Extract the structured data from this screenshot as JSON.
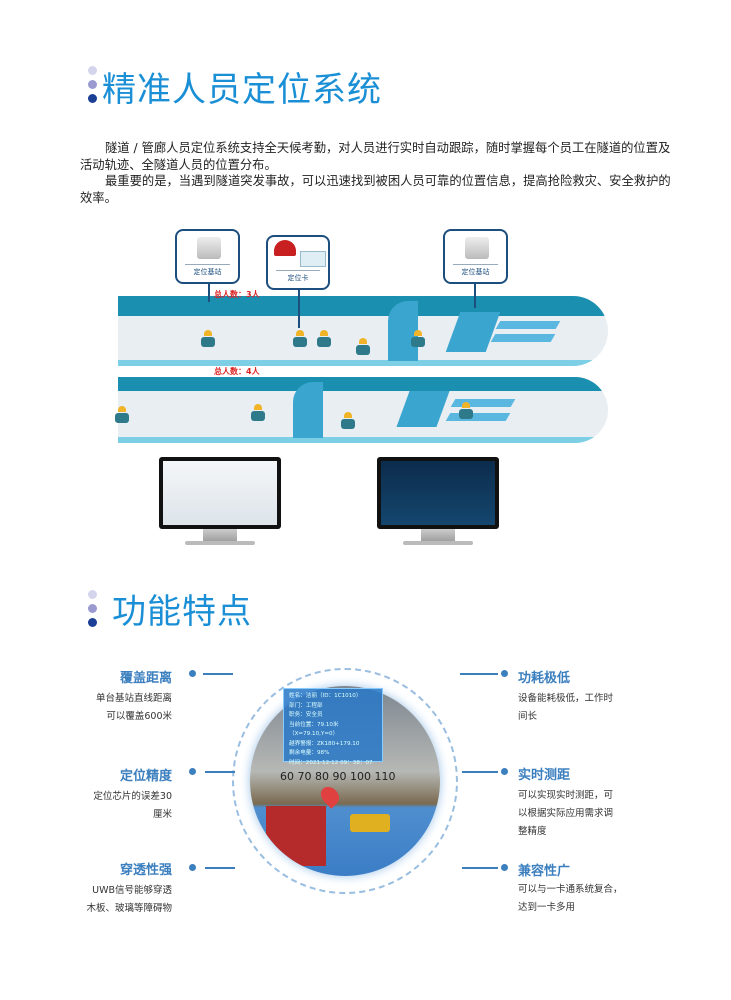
{
  "section1": {
    "title": "精准人员定位系统",
    "paragraphs": [
      "隧道 / 管廊人员定位系统支持全天候考勤，对人员进行实时自动跟踪，随时掌握每个员工在隧道的位置及活动轨迹、全隧道人员的位置分布。",
      "最重要的是，当遇到隧道突发事故，可以迅速找到被困人员可靠的位置信息，提高抢险救灾、安全救护的效率。"
    ],
    "diagram": {
      "base_station_label": "定位基站",
      "card_label": "定位卡",
      "count_top": "总人数：3人",
      "count_bottom": "总人数：4人"
    }
  },
  "section2": {
    "title": "功能特点",
    "screen": {
      "info_lines": [
        "姓名：洁丽（ID：1C1010）",
        "部门：工程部",
        "职务：安全员",
        "当前位置：79.10米（X=79.10,Y=0）",
        "越界警报：ZK180+179.10",
        "剩余电量：98%",
        "时间：2021-12-12 09：38：07"
      ],
      "ruler": "60  70  80  90  100  110"
    },
    "features_left": [
      {
        "title": "覆盖距离",
        "desc": [
          "单台基站直线距离",
          "可以覆盖600米"
        ]
      },
      {
        "title": "定位精度",
        "desc": [
          "定位芯片的误差30",
          "厘米"
        ]
      },
      {
        "title": "穿透性强",
        "desc": [
          "UWB信号能够穿透",
          "木板、玻璃等障碍物"
        ]
      }
    ],
    "features_right": [
      {
        "title": "功耗极低",
        "desc": [
          "设备能耗极低，工作时",
          "间长"
        ]
      },
      {
        "title": "实时测距",
        "desc": [
          "可以实现实时测距，可",
          "以根据实际应用需求调",
          "整精度"
        ]
      },
      {
        "title": "兼容性广",
        "desc": [
          "可以与一卡通系统复合，",
          "达到一卡多用"
        ]
      }
    ]
  },
  "colors": {
    "accent": "#1a8fd6",
    "feature": "#3c7fbf",
    "tunnel": "#1a8fb0",
    "alert": "#dd2222"
  }
}
